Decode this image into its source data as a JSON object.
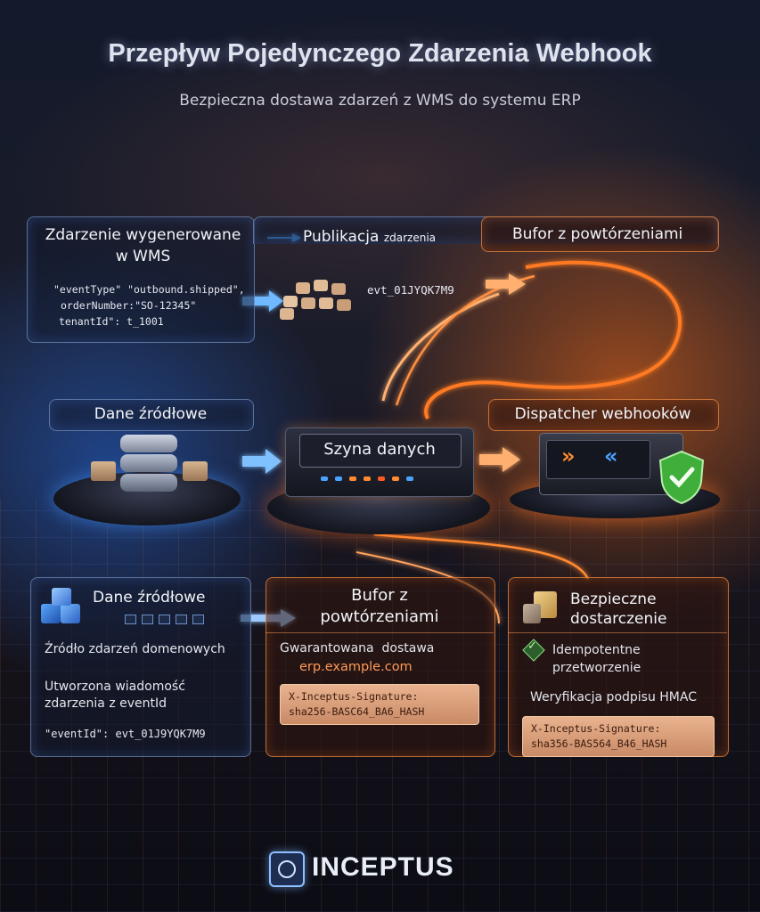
{
  "title": "Przepływ Pojedynczego Zdarzenia Webhook",
  "subtitle": "Bezpieczna dostawa zdarzeń z WMS do systemu ERP",
  "top": {
    "event_generated": "Zdarzenie wygenerowane\nw WMS",
    "publish_label": "Publikacja",
    "publish_small": "zdarzenia",
    "retry_buffer": "Bufor z powtórzeniami",
    "payload": [
      "\"eventType\" \"outbound.shipped\",",
      "orderNumber:\"SO-12345\"",
      "tenantId\": t_1001"
    ],
    "event_id": "evt_01JYQK7M9"
  },
  "middle": {
    "source_data": "Dane źródłowe",
    "data_bus": "Szyna danych",
    "dispatcher": "Dispatcher webhooków"
  },
  "bottom": {
    "left": {
      "header": "Dane źródłowe",
      "line1": "Źródło zdarzeń domenowych",
      "line2": "Utworzona wiadomość\nzdarzenia z eventId",
      "line3": "\"eventId\": evt_01J9YQK7M9"
    },
    "center": {
      "header": "Bufor z\npowtórzeniami",
      "line1": "Gwarantowana  dostawa",
      "url": "erp.example.com",
      "sig": "X-Inceptus-Signature:\nsha256-BASC64_BA6_HASH"
    },
    "right": {
      "header": "Bezpieczne\ndostarczenie",
      "line1": "Idempotentne\nprzetworzenie",
      "line2": "Weryfikacja podpisu HMAC",
      "sig": "X-Inceptus-Signature:\nsha356-BAS564_B46_HASH"
    }
  },
  "brand": "INCEPTUS",
  "colors": {
    "accent_orange": "#ff8a30",
    "accent_blue": "#4aa3ff",
    "shield_green": "#3fae3a"
  }
}
